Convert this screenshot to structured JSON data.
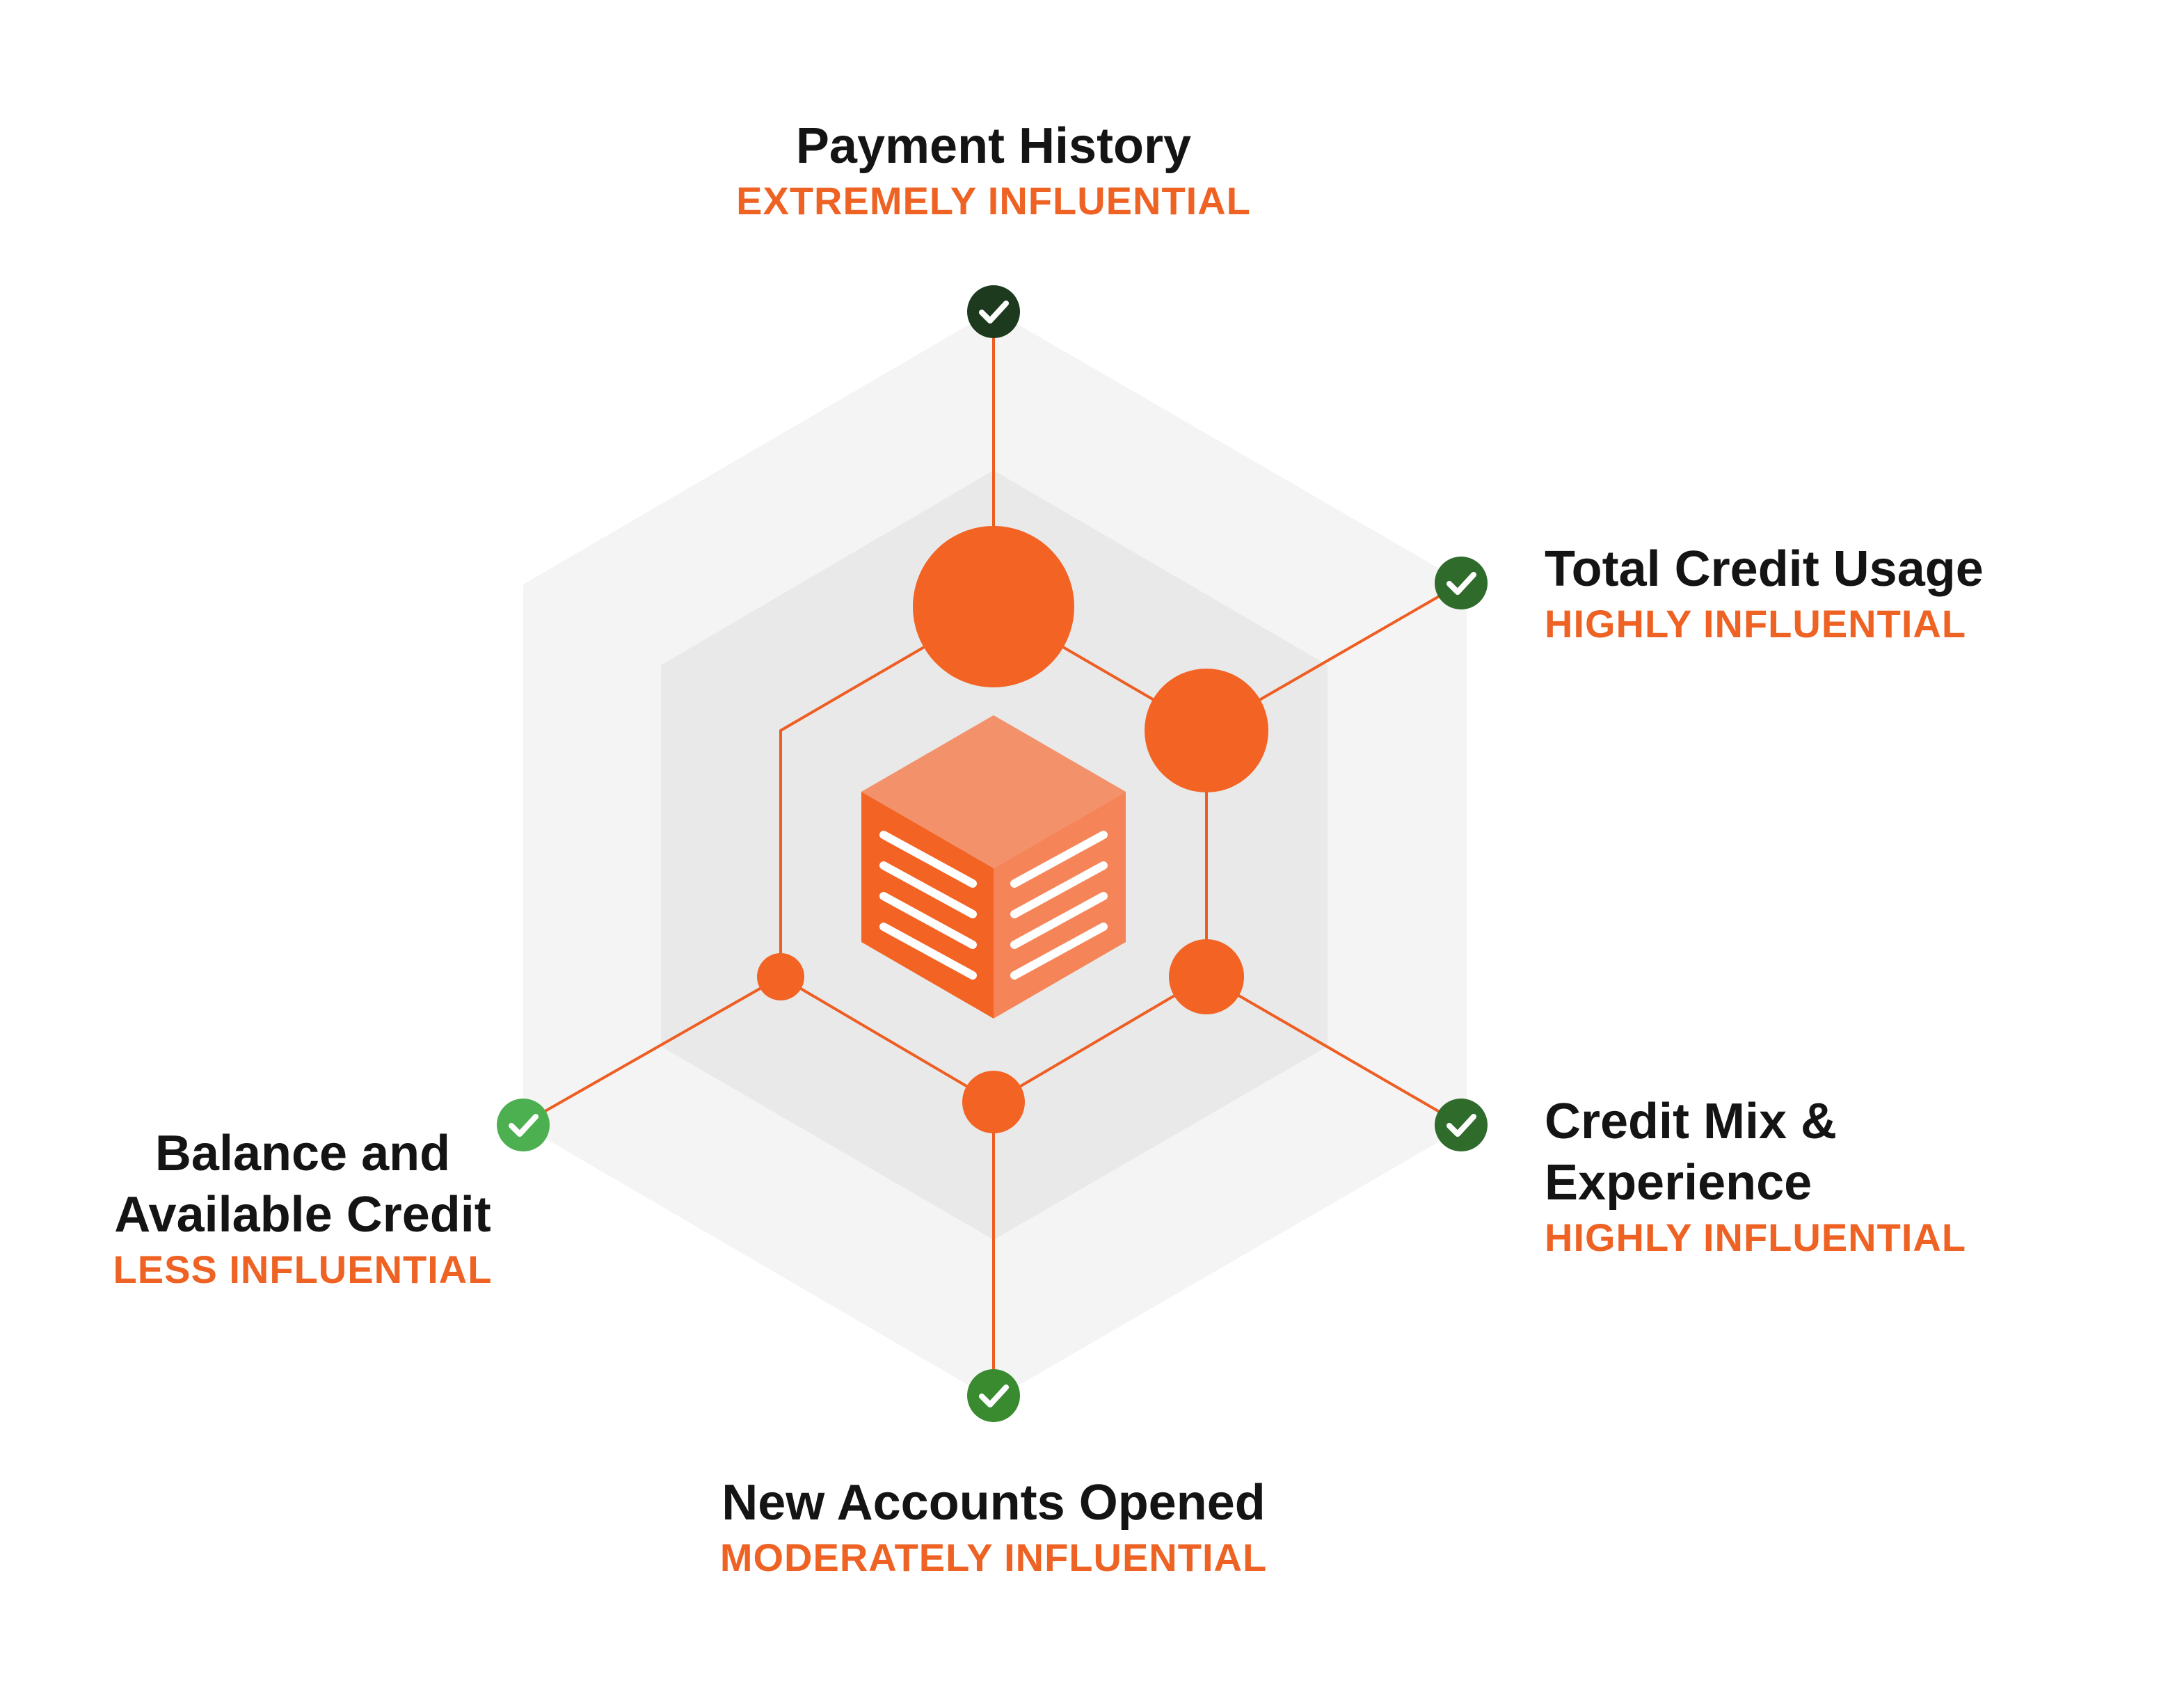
{
  "colors": {
    "accent": "#f26324",
    "line": "#ee5e22",
    "hex_outer": "#f4f4f4",
    "hex_inner": "#e9e9e9",
    "cube_top": "#f3926a",
    "cube_left": "#f26324",
    "cube_right": "#f58558",
    "check_dark": "#1d3a1f",
    "check_mid": "#2f6b2b",
    "check_green": "#3a8a30",
    "check_light": "#4caf50"
  },
  "factors": [
    {
      "id": "payment-history",
      "title_lines": [
        "Payment History"
      ],
      "influence": "EXTREMELY INFLUENTIAL",
      "check_color": "#1d3a1f",
      "check_icon": "check-icon"
    },
    {
      "id": "total-credit-usage",
      "title_lines": [
        "Total Credit Usage"
      ],
      "influence": "HIGHLY INFLUENTIAL",
      "check_color": "#2f6b2b",
      "check_icon": "check-icon"
    },
    {
      "id": "credit-mix",
      "title_lines": [
        "Credit Mix &",
        "Experience"
      ],
      "influence": "HIGHLY INFLUENTIAL",
      "check_color": "#2f6b2b",
      "check_icon": "check-icon"
    },
    {
      "id": "new-accounts",
      "title_lines": [
        "New Accounts Opened"
      ],
      "influence": "MODERATELY INFLUENTIAL",
      "check_color": "#3a8a30",
      "check_icon": "check-icon"
    },
    {
      "id": "balance-available",
      "title_lines": [
        "Balance and",
        "Available Credit"
      ],
      "influence": "LESS INFLUENTIAL",
      "check_color": "#4caf50",
      "check_icon": "check-icon"
    }
  ],
  "center_icon": "document-cube-icon"
}
